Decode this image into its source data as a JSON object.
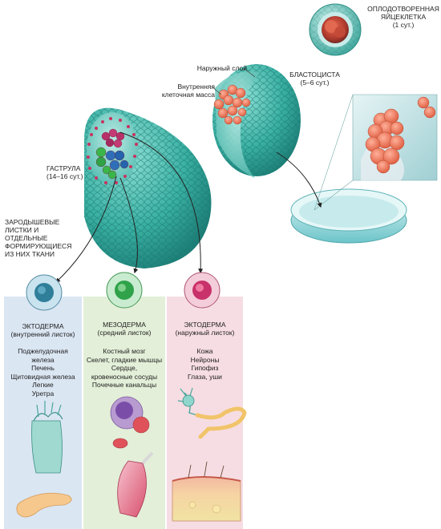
{
  "labels": {
    "zygote": "ОПЛОДОТВОРЕННАЯ\nЯЙЦЕКЛЕТКА\n(1 сут.)",
    "blastocyst": "БЛАСТОЦИСТА\n(5–6 сут.)",
    "outer_layer": "Наружный слой",
    "inner_mass": "Внутренняя\nклеточная масса",
    "gastrula": "ГАСТРУЛА\n(14–16 сут.)",
    "germ_layers": "ЗАРОДЫШЕВЫЕ\nЛИСТКИ И\nОТДЕЛЬНЫЕ\nФОРМИРУЮЩИЕСЯ\nИЗ НИХ ТКАНИ"
  },
  "columns": [
    {
      "title": "ЭКТОДЕРМА",
      "subtitle": "(внутренний листок)",
      "items": [
        "Поджелудочная",
        "железа",
        "Печень",
        "Щитовидная железа",
        "Легкие",
        "Уретра"
      ],
      "bg": "#dbe6f3",
      "cell_color": "#2f7f9a"
    },
    {
      "title": "МЕЗОДЕРМА",
      "subtitle": "(средний листок)",
      "items": [
        "Костный мозг",
        "Скелет, гладкие мышцы",
        "Сердце,",
        "кровеносные сосуды",
        "Почечные канальцы"
      ],
      "bg": "#e3efd8",
      "cell_color": "#2fa24a"
    },
    {
      "title": "ЭКТОДЕРМА",
      "subtitle": "(наружный листок)",
      "items": [
        "Кожа",
        "Нейроны",
        "Гипофиз",
        "Глаза, уши"
      ],
      "bg": "#f6dde3",
      "cell_color": "#c8316a"
    }
  ],
  "colors": {
    "teal": "#3fb5a8",
    "teal_dark": "#1f8c83",
    "embryo_orange": "#e96a4a",
    "dish": "#8fd3d6",
    "arrow": "#222222"
  }
}
